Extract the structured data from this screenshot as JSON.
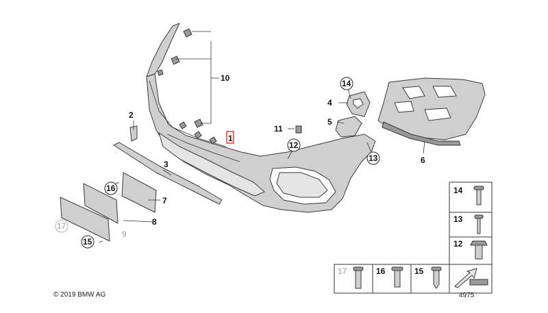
{
  "diagram": {
    "callouts": {
      "c1": "1",
      "c2": "2",
      "c3": "3",
      "c4": "4",
      "c5": "5",
      "c6": "6",
      "c7": "7",
      "c8": "8",
      "c9": "9",
      "c10": "10",
      "c11": "11",
      "c12": "12",
      "c13": "13",
      "c14": "14",
      "c15": "15",
      "c16": "16",
      "c17": "17"
    },
    "legend": {
      "l14": "14",
      "l13": "13",
      "l12": "12",
      "l17": "17",
      "l16": "16",
      "l15": "15"
    }
  },
  "footer": {
    "copyright": "© 2019 BMW AG",
    "diagram_id": "4975"
  },
  "colors": {
    "highlight": "#d42020",
    "part_fill": "#cfcfcf",
    "ghost_grey": "#b8b8b8"
  }
}
